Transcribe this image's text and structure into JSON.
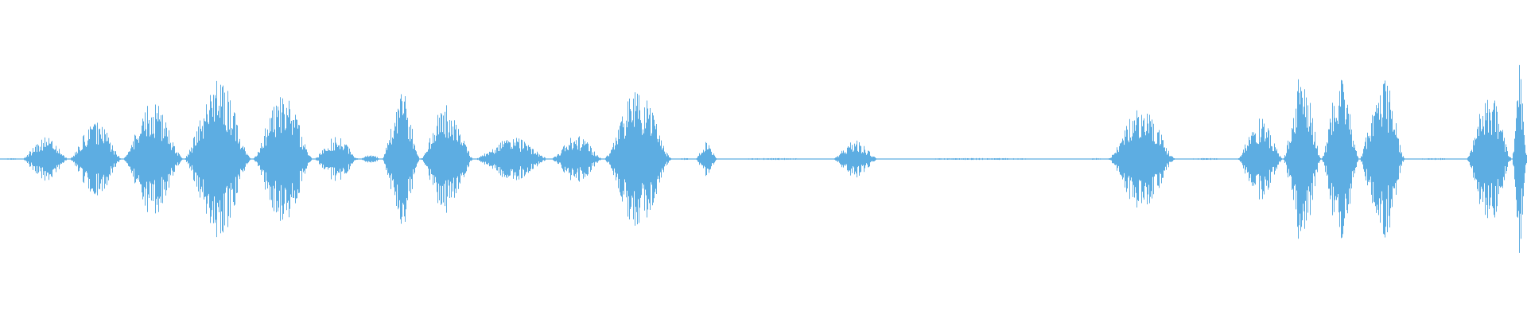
{
  "waveform": {
    "color": "#5dade2",
    "peak_scale": 1.0,
    "segments": [
      {
        "t0": 0.0,
        "t1": 0.014,
        "peak": 0.01
      },
      {
        "t0": 0.014,
        "t1": 0.045,
        "peak": 0.24
      },
      {
        "t0": 0.045,
        "t1": 0.08,
        "peak": 0.4
      },
      {
        "t0": 0.08,
        "t1": 0.12,
        "peak": 0.6
      },
      {
        "t0": 0.12,
        "t1": 0.165,
        "peak": 0.85
      },
      {
        "t0": 0.165,
        "t1": 0.205,
        "peak": 0.7
      },
      {
        "t0": 0.205,
        "t1": 0.235,
        "peak": 0.24
      },
      {
        "t0": 0.235,
        "t1": 0.25,
        "peak": 0.05
      },
      {
        "t0": 0.25,
        "t1": 0.275,
        "peak": 0.75
      },
      {
        "t0": 0.275,
        "t1": 0.31,
        "peak": 0.6
      },
      {
        "t0": 0.31,
        "t1": 0.36,
        "peak": 0.23
      },
      {
        "t0": 0.36,
        "t1": 0.395,
        "peak": 0.25
      },
      {
        "t0": 0.395,
        "t1": 0.44,
        "peak": 0.72
      },
      {
        "t0": 0.44,
        "t1": 0.455,
        "peak": 0.01
      },
      {
        "t0": 0.455,
        "t1": 0.47,
        "peak": 0.18
      },
      {
        "t0": 0.47,
        "t1": 0.545,
        "peak": 0.01
      },
      {
        "t0": 0.545,
        "t1": 0.575,
        "peak": 0.2
      },
      {
        "t0": 0.575,
        "t1": 0.71,
        "peak": 0.01
      },
      {
        "t0": 0.71,
        "t1": 0.725,
        "peak": 0.01
      },
      {
        "t0": 0.725,
        "t1": 0.77,
        "peak": 0.55
      },
      {
        "t0": 0.77,
        "t1": 0.81,
        "peak": 0.01
      },
      {
        "t0": 0.81,
        "t1": 0.84,
        "peak": 0.45
      },
      {
        "t0": 0.84,
        "t1": 0.865,
        "peak": 0.95
      },
      {
        "t0": 0.865,
        "t1": 0.89,
        "peak": 0.85
      },
      {
        "t0": 0.89,
        "t1": 0.92,
        "peak": 0.9
      },
      {
        "t0": 0.92,
        "t1": 0.96,
        "peak": 0.01
      },
      {
        "t0": 0.96,
        "t1": 0.99,
        "peak": 0.7
      },
      {
        "t0": 0.99,
        "t1": 1.0,
        "peak": 1.0
      }
    ]
  }
}
